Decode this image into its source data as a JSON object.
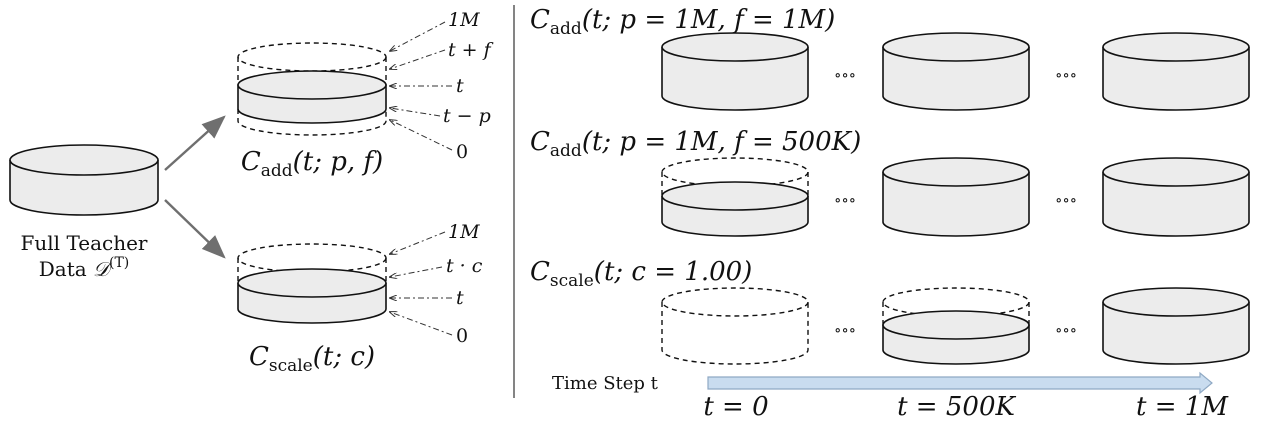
{
  "left": {
    "source_label_line1": "Full Teacher",
    "source_label_line2_prefix": "Data ",
    "source_label_symbol": "𝒟",
    "source_label_sup": "(T)",
    "add_caption": {
      "C": "C",
      "sub": "add",
      "args": "(t; p, f)"
    },
    "scale_caption": {
      "C": "C",
      "sub": "scale",
      "args": "(t; c)"
    },
    "add_ticks": [
      "1M",
      "t + f",
      "t",
      "t − p",
      "0"
    ],
    "scale_ticks": [
      "1M",
      "t · c",
      "t",
      "0"
    ]
  },
  "right": {
    "row1_title": {
      "C": "C",
      "sub": "add",
      "args": "(t; p = 1M, f = 1M)"
    },
    "row2_title": {
      "C": "C",
      "sub": "add",
      "args": "(t; p = 1M, f = 500K)"
    },
    "row3_title": {
      "C": "C",
      "sub": "scale",
      "args": "(t; c = 1.00)"
    },
    "ellipsis": "∘∘∘",
    "time_label": "Time Step t",
    "time_ticks": [
      "t = 0",
      "t = 500K",
      "t = 1M"
    ]
  },
  "colors": {
    "cylinder_fill": "#ececec",
    "outline": "#111111",
    "arrow_grey": "#6f6f6f",
    "timeline_fill": "#c9dcef",
    "timeline_stroke": "#8fa9c4"
  }
}
